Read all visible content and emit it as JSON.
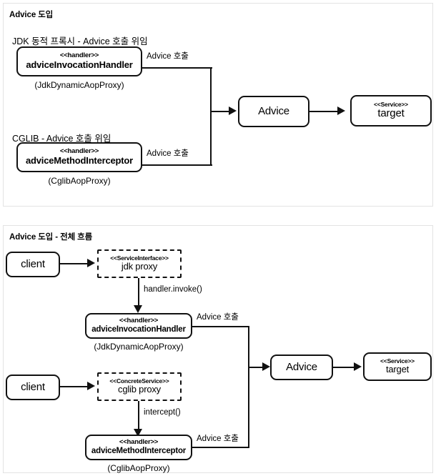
{
  "panels": [
    {
      "title": "Advice 도입",
      "sections": [
        {
          "label": "JDK 동적 프록시 -  Advice 호출 위임"
        },
        {
          "label": "CGLIB - Advice 호출 위임"
        }
      ],
      "nodes": {
        "jdk_handler": {
          "stereotype": "<<handler>>",
          "name": "adviceInvocationHandler",
          "sub": "(JdkDynamicAopProxy)"
        },
        "cglib_handler": {
          "stereotype": "<<handler>>",
          "name": "adviceMethodInterceptor",
          "sub": "(CglibAopProxy)"
        },
        "advice": {
          "name": "Advice"
        },
        "target": {
          "stereotype": "<<Service>>",
          "name": "target"
        }
      },
      "edges": {
        "jdk_to_advice": "Advice 호출",
        "cglib_to_advice": "Advice 호출"
      }
    },
    {
      "title": "Advice 도입 - 전체 흐름",
      "nodes": {
        "client_top": {
          "name": "client"
        },
        "client_bottom": {
          "name": "client"
        },
        "jdk_proxy": {
          "stereotype": "<<ServiceInterface>>",
          "name": "jdk proxy"
        },
        "cglib_proxy": {
          "stereotype": "<<ConcreteService>>",
          "name": "cglib proxy"
        },
        "jdk_handler": {
          "stereotype": "<<handler>>",
          "name": "adviceInvocationHandler",
          "sub": "(JdkDynamicAopProxy)"
        },
        "cglib_handler": {
          "stereotype": "<<handler>>",
          "name": "adviceMethodInterceptor",
          "sub": "(CglibAopProxy)"
        },
        "advice": {
          "name": "Advice"
        },
        "target": {
          "stereotype": "<<Service>>",
          "name": "target"
        }
      },
      "edges": {
        "proxy_invoke": "handler.invoke()",
        "proxy_intercept": "intercept()",
        "jdk_to_advice": "Advice 호출",
        "cglib_to_advice": "Advice 호출"
      }
    }
  ],
  "colors": {
    "stroke": "#111111",
    "panel_border": "#e3e3e3",
    "background": "#ffffff"
  }
}
